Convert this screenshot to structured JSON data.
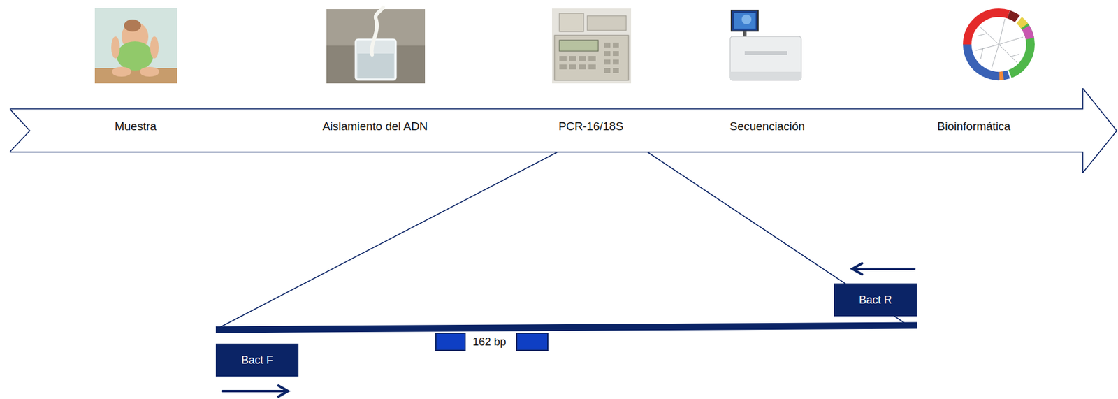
{
  "diagram": {
    "nodes": [
      {
        "text": [
          "Muestra",
          "Aislamiento del ADN",
          "PCR-16/18S",
          "Secuenciación",
          "Bioinformática"
        ]
      },
      {
        "text": [
          "Bact F"
        ]
      },
      {
        "text": [
          "Bact R"
        ]
      }
    ],
    "labels": [
      "162 bp"
    ]
  }
}
